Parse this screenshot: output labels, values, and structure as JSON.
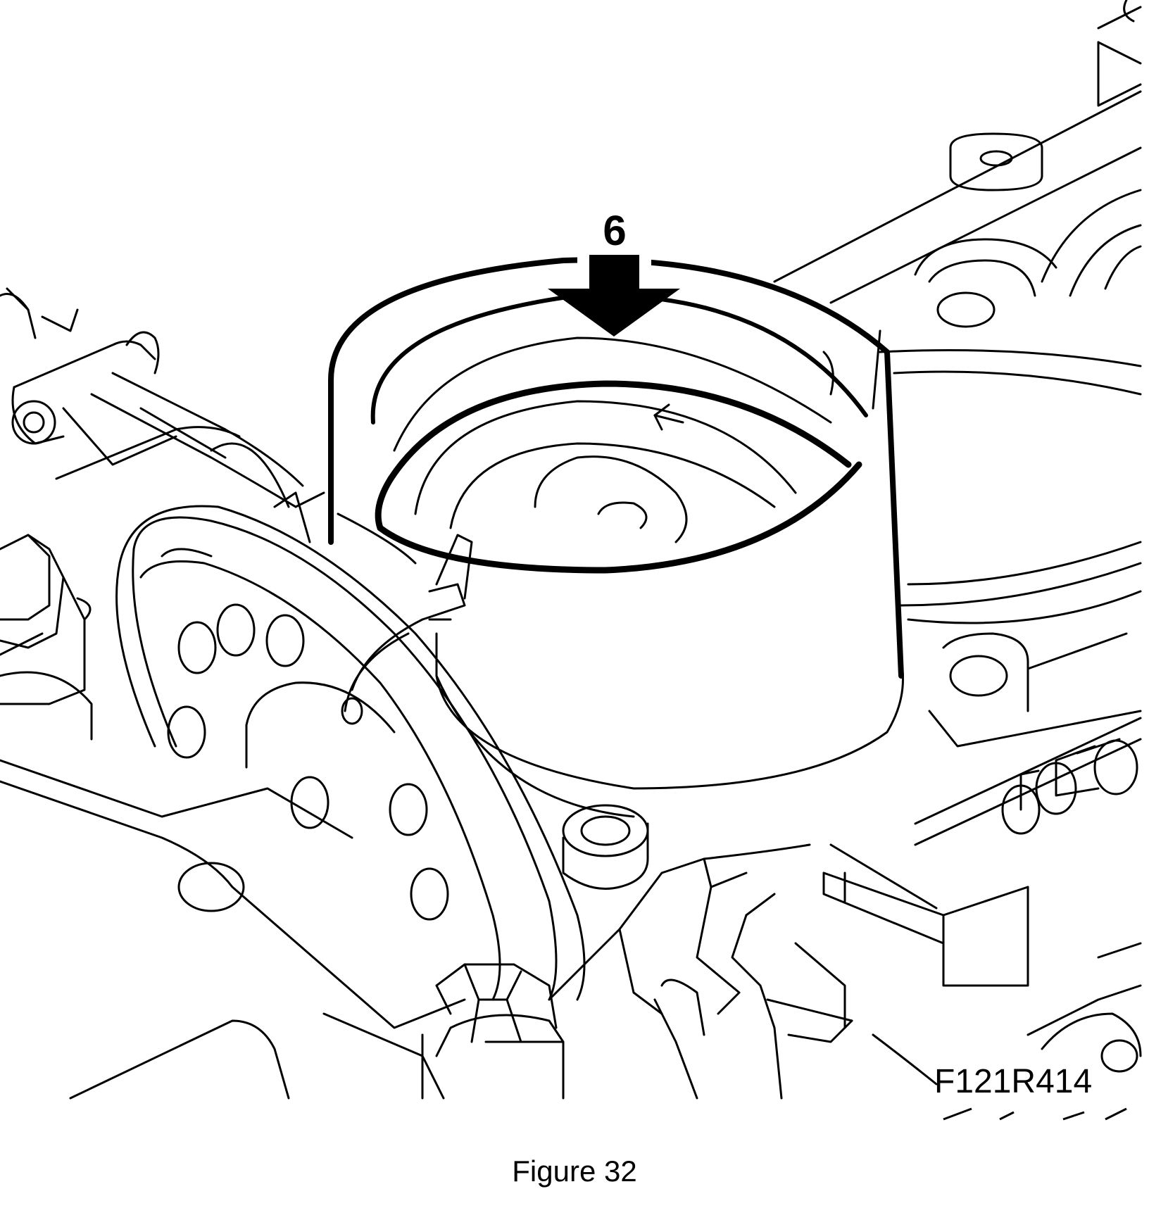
{
  "figure": {
    "callout_number": "6",
    "drawing_code": "F121R414",
    "caption": "Figure 32"
  },
  "colors": {
    "line": "#000000",
    "background": "#ffffff"
  },
  "icons": {
    "callout_arrow": "down-arrow-icon"
  }
}
